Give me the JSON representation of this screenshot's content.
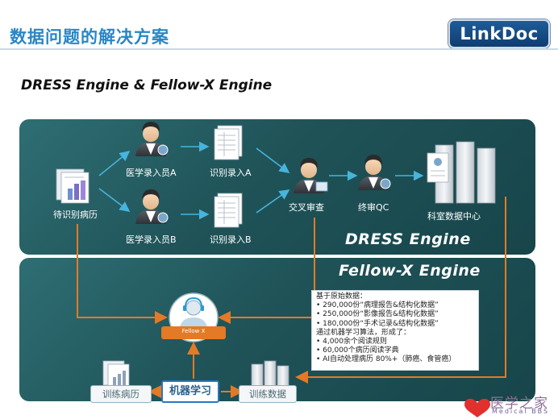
{
  "header": {
    "title": "数据问题的解决方案",
    "logo_text": "LinkDoc"
  },
  "subtitle": "DRESS Engine & Fellow-X Engine",
  "dress": {
    "engine_name": "DRESS Engine",
    "nodes": {
      "pending": "待识别病历",
      "entry_a": "医学录入员A",
      "entry_b": "医学录入员B",
      "result_a": "识别录入A",
      "result_b": "识别录入B",
      "cross_review": "交叉审查",
      "final_qc": "终审QC",
      "dept_center": "科室数据中心"
    }
  },
  "fellow": {
    "engine_name": "Fellow-X Engine",
    "agent_badge": "Fellow X",
    "info_lines": [
      "基于原始数据：",
      "• 290,000份“病理报告&结构化数据”",
      "• 250,000份“影像报告&结构化数据”",
      "• 180,000份“手术记录&结构化数据”",
      "通过机器学习算法，形成了：",
      "• 4,000余个阅读规则",
      "• 60,000个病历阅读字典",
      "• AI自动处理病历 80%+（肺癌、食管癌）"
    ],
    "train_records": "训练病历",
    "machine_learning": "机器学习",
    "train_data": "训练数据"
  },
  "watermark": {
    "name": "医学之家",
    "sub": "Medical BBS"
  },
  "colors": {
    "title_blue": "#2a86c4",
    "panel_teal": "#1f5358",
    "arrow_cyan": "#47b4dc",
    "loop_orange": "#e47a25",
    "logo_blue": "#1a4f8a"
  }
}
